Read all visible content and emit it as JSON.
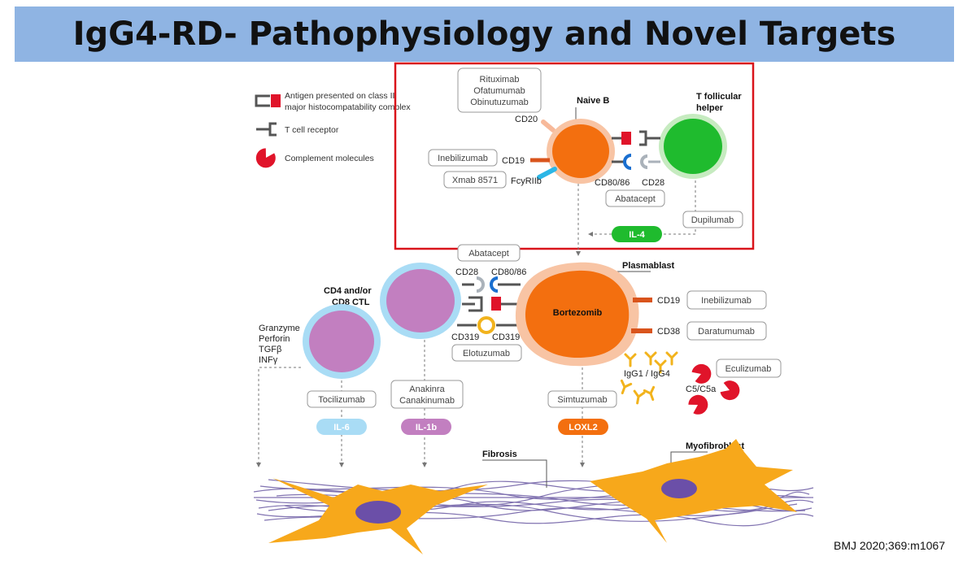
{
  "header": {
    "title": "IgG4-RD- Pathophysiology and Novel Targets"
  },
  "citation": "BMJ 2020;369:m1067",
  "colors": {
    "title_bar": "#8fb4e3",
    "highlight_box": "#d9141b",
    "naive_b": "#f36f0f",
    "tfh": "#1fbb2e",
    "plasmablast": "#f36f0f",
    "ctl": "#c27fc0",
    "ctl_halo": "#a9dcf5",
    "myofibroblast": "#f7a81b",
    "nucleus": "#6b4fa8",
    "fibrosis": "#6b5aa3",
    "il4": "#1fbb2e",
    "il6": "#a9dcf5",
    "il1b": "#c27fc0",
    "loxl2": "#f36f0f"
  },
  "legend": {
    "items": [
      {
        "icon": "mhc-antigen-icon",
        "lines": [
          "Antigen presented on class II",
          "major histocompatability complex"
        ]
      },
      {
        "icon": "t-cell-receptor-icon",
        "lines": [
          "T cell receptor"
        ]
      },
      {
        "icon": "complement-icon",
        "lines": [
          "Complement molecules"
        ]
      }
    ]
  },
  "cells": {
    "naive_b": "Naive B",
    "tfh": [
      "T follicular",
      "helper"
    ],
    "plasmablast": "Plasmablast",
    "plasmablast_drug": "Bortezomib",
    "ctl": [
      "CD4 and/or",
      "CD8 CTL"
    ],
    "myofibroblast": "Myofibroblast",
    "fibrosis": "Fibrosis"
  },
  "markers": {
    "cd20": "CD20",
    "cd19_top": "CD19",
    "fcyriib": "FcyRIIb",
    "cd80_86_top": "CD80/86",
    "cd28_top": "CD28",
    "cd28_bottom": "CD28",
    "cd80_86_bottom": "CD80/86",
    "cd319_left": "CD319",
    "cd319_right": "CD319",
    "cd19_right": "CD19",
    "cd38": "CD38",
    "igg": "IgG1 / IgG4",
    "c5": "C5/C5a"
  },
  "mediators": [
    "Granzyme",
    "Perforin",
    "TGFβ",
    "INFγ"
  ],
  "drugs": {
    "anti_cd20": [
      "Rituximab",
      "Ofatumumab",
      "Obinutuzumab"
    ],
    "inebilizumab_top": "Inebilizumab",
    "xmab": "Xmab 8571",
    "abatacept_top": "Abatacept",
    "dupilumab": "Dupilumab",
    "abatacept_mid": "Abatacept",
    "inebilizumab_right": "Inebilizumab",
    "daratumumab": "Daratumumab",
    "elotuzumab": "Elotuzumab",
    "eculizumab": "Eculizumab",
    "tocilizumab": "Tocilizumab",
    "il1_blockers": [
      "Anakinra",
      "Canakinumab"
    ],
    "simtuzumab": "Simtuzumab"
  },
  "cytokines": {
    "il4": "IL-4",
    "il6": "IL-6",
    "il1b": "IL-1b",
    "loxl2": "LOXL2"
  }
}
